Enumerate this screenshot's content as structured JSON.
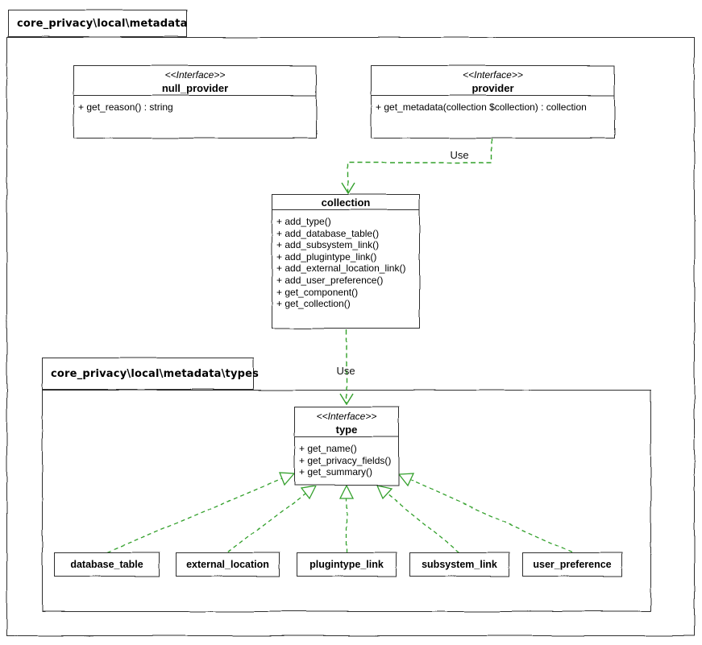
{
  "packages": {
    "outer": {
      "label": "core_privacy\\local\\metadata"
    },
    "inner": {
      "label": "core_privacy\\local\\metadata\\types"
    }
  },
  "classes": {
    "null_provider": {
      "stereotype": "<<Interface>>",
      "name": "null_provider",
      "methods": [
        "+ get_reason() : string"
      ]
    },
    "provider": {
      "stereotype": "<<Interface>>",
      "name": "provider",
      "methods": [
        "+ get_metadata(collection $collection) : collection"
      ]
    },
    "collection": {
      "name": "collection",
      "methods": [
        "+ add_type()",
        "+ add_database_table()",
        "+ add_subsystem_link()",
        "+ add_plugintype_link()",
        "+ add_external_location_link()",
        "+ add_user_preference()",
        "+ get_component()",
        "+ get_collection()"
      ]
    },
    "type": {
      "stereotype": "<<Interface>>",
      "name": "type",
      "methods": [
        "+ get_name()",
        "+ get_privacy_fields()",
        "+ get_summary()"
      ]
    },
    "leaves": [
      {
        "name": "database_table"
      },
      {
        "name": "external_location"
      },
      {
        "name": "plugintype_link"
      },
      {
        "name": "subsystem_link"
      },
      {
        "name": "user_preference"
      }
    ]
  },
  "relations": {
    "provider_to_collection": {
      "label": "Use",
      "type": "dependency",
      "from": "provider",
      "to": "collection"
    },
    "collection_to_type": {
      "label": "Use",
      "type": "dependency",
      "from": "collection",
      "to": "type"
    },
    "realizations": [
      {
        "from": "database_table",
        "to": "type"
      },
      {
        "from": "external_location",
        "to": "type"
      },
      {
        "from": "plugintype_link",
        "to": "type"
      },
      {
        "from": "subsystem_link",
        "to": "type"
      },
      {
        "from": "user_preference",
        "to": "type"
      }
    ]
  },
  "colors": {
    "relation_green": "#33a02c",
    "border": "#2e2e2e",
    "text": "#000000",
    "background": "#ffffff"
  }
}
